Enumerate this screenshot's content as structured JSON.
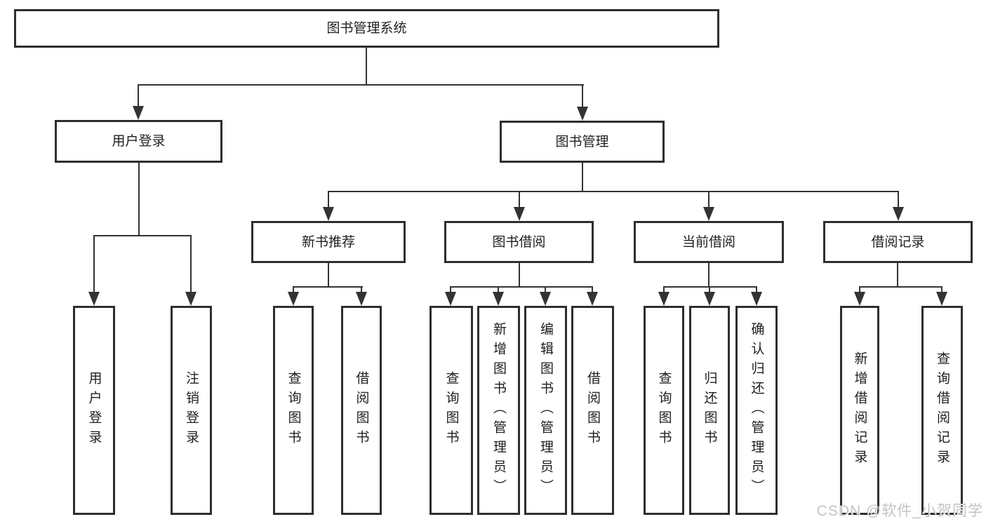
{
  "diagram": {
    "root": {
      "label": "图书管理系统"
    },
    "children": [
      {
        "label": "用户登录",
        "children": [
          {
            "label": "用户登录"
          },
          {
            "label": "注销登录"
          }
        ]
      },
      {
        "label": "图书管理",
        "children": [
          {
            "label": "新书推荐",
            "children": [
              {
                "label": "查询图书"
              },
              {
                "label": "借阅图书"
              }
            ]
          },
          {
            "label": "图书借阅",
            "children": [
              {
                "label": "查询图书"
              },
              {
                "label": "新增图书（管理员）"
              },
              {
                "label": "编辑图书（管理员）"
              },
              {
                "label": "借阅图书"
              }
            ]
          },
          {
            "label": "当前借阅",
            "children": [
              {
                "label": "查询图书"
              },
              {
                "label": "归还图书"
              },
              {
                "label": "确认归还（管理员）"
              }
            ]
          },
          {
            "label": "借阅记录",
            "children": [
              {
                "label": "新增借阅记录"
              },
              {
                "label": "查询借阅记录"
              }
            ]
          }
        ]
      }
    ]
  },
  "watermark": {
    "text": "CSDN @软件_小贺同学"
  },
  "colors": {
    "line": "#333333",
    "box_border": "#2e2e2e",
    "text": "#1f1f1f",
    "background": "#ffffff",
    "watermark": "#c3c3c3"
  }
}
